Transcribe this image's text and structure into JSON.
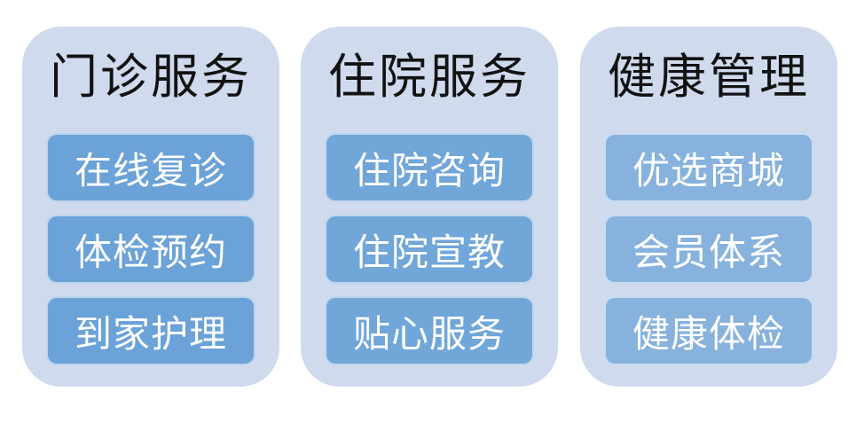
{
  "page": {
    "background": "#ffffff",
    "title_color": "#121212",
    "panel_bg": "#cfdaed",
    "button_text_color": "#ffffff",
    "button_border_color": "#dde8f4"
  },
  "panels": [
    {
      "title": "门诊服务",
      "button_color": "#6ba2d7",
      "items": [
        {
          "label": "在线复诊"
        },
        {
          "label": "体检预约"
        },
        {
          "label": "到家护理"
        }
      ]
    },
    {
      "title": "住院服务",
      "button_color": "#71a6d9",
      "items": [
        {
          "label": "住院咨询"
        },
        {
          "label": "住院宣教"
        },
        {
          "label": "贴心服务"
        }
      ]
    },
    {
      "title": "健康管理",
      "button_color": "#87b2dd",
      "items": [
        {
          "label": "优选商城"
        },
        {
          "label": "会员体系"
        },
        {
          "label": "健康体检"
        }
      ]
    }
  ]
}
